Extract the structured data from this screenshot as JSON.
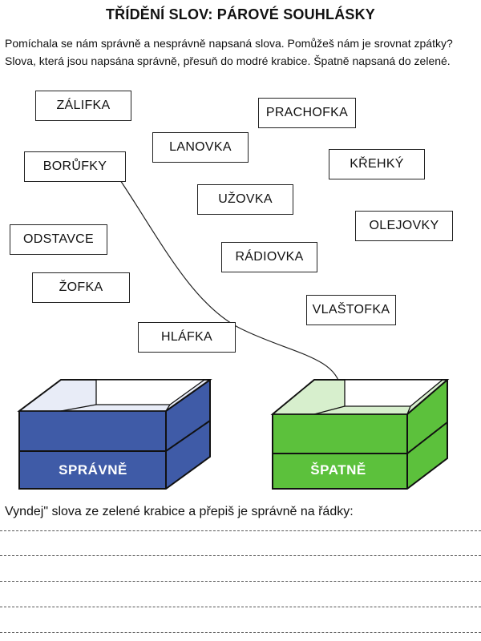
{
  "title": "TŘÍDĚNÍ SLOV: PÁROVÉ SOUHLÁSKY",
  "intro": {
    "line1": "Pomíchala se nám správně a nesprávně napsaná slova. Pomůžeš nám je srovnat zpátky?",
    "line2": "Slova, která jsou napsána správně, přesuň do modré krabice. Špatně napsaná do zelené."
  },
  "words": [
    "ZÁLIFKA",
    "PRACHOFKA",
    "LANOVKA",
    "BORŮFKY",
    "KŘEHKÝ",
    "UŽOVKA",
    "OLEJOVKY",
    "ODSTAVCE",
    "RÁDIOVKA",
    "ŽOFKA",
    "VLAŠTOFKA",
    "HLÁFKA"
  ],
  "boxes": {
    "correct": {
      "label": "SPRÁVNĚ",
      "color": "#3f5ba7"
    },
    "wrong": {
      "label": "ŠPATNĚ",
      "color": "#5cc13c"
    }
  },
  "instruction": "Vyndej\" slova ze zelené krabice a přepiš je správně na řádky:"
}
